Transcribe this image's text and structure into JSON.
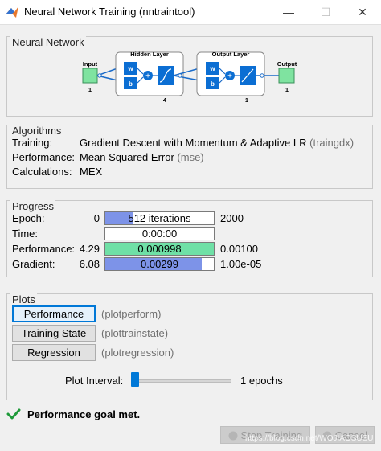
{
  "window": {
    "title": "Neural Network Training (nntraintool)"
  },
  "network": {
    "section_title": "Neural Network",
    "input_label": "Input",
    "input_size": "1",
    "hidden_label": "Hidden Layer",
    "hidden_size": "4",
    "output_layer_label": "Output Layer",
    "output_layer_size": "1",
    "output_label": "Output",
    "output_size": "1",
    "w_label": "w",
    "b_label": "b"
  },
  "algorithms": {
    "section_title": "Algorithms",
    "rows": [
      {
        "label": "Training:",
        "value": "Gradient Descent with Momentum & Adaptive LR",
        "code": "(traingdx)"
      },
      {
        "label": "Performance:",
        "value": "Mean Squared Error",
        "code": "(mse)"
      },
      {
        "label": "Calculations:",
        "value": "MEX",
        "code": ""
      }
    ]
  },
  "progress": {
    "section_title": "Progress",
    "rows": [
      {
        "label": "Epoch:",
        "start": "0",
        "current": "512 iterations",
        "end": "2000",
        "fill": 0.256,
        "color": "#7d93e8"
      },
      {
        "label": "Time:",
        "start": "",
        "current": "0:00:00",
        "end": "",
        "fill": 0,
        "color": "#ffffff"
      },
      {
        "label": "Performance:",
        "start": "4.29",
        "current": "0.000998",
        "end": "0.00100",
        "fill": 1.0,
        "color": "#6fe0a6"
      },
      {
        "label": "Gradient:",
        "start": "6.08",
        "current": "0.00299",
        "end": "1.00e-05",
        "fill": 0.89,
        "color": "#7d93e8"
      }
    ]
  },
  "plots": {
    "section_title": "Plots",
    "items": [
      {
        "label": "Performance",
        "fn": "(plotperform)"
      },
      {
        "label": "Training State",
        "fn": "(plottrainstate)"
      },
      {
        "label": "Regression",
        "fn": "(plotregression)"
      }
    ],
    "interval_label": "Plot Interval:",
    "interval_value": 0.0,
    "interval_text": "1 epochs"
  },
  "status": {
    "message": "Performance goal met."
  },
  "buttons": {
    "stop": "Stop Training",
    "cancel": "Cancel"
  },
  "watermark": "https://blog.csdn.net/WOJIAOSUSU",
  "colors": {
    "accent": "#0078d7",
    "node_green": "#7fe3a0",
    "layer_blue": "#0b6ed3"
  }
}
